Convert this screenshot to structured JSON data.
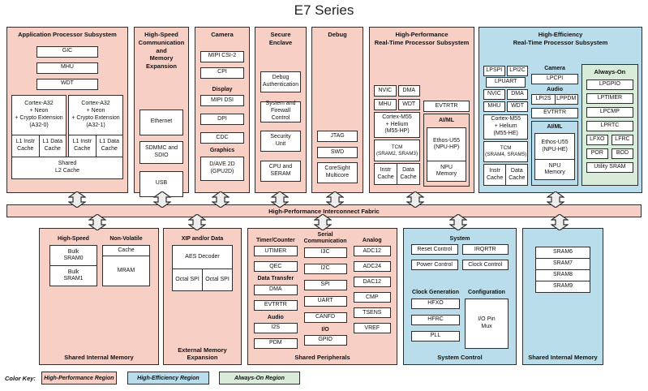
{
  "title": "E7 Series",
  "colors": {
    "high_performance": "#f8cfc5",
    "high_efficiency": "#b9ddeb",
    "always_on": "#d9ecd9",
    "box_border": "#2d2d2d",
    "box_bg": "#ffffff"
  },
  "fabric": {
    "label": "High-Performance Interconnect Fabric"
  },
  "aps": {
    "title": "Application Processor Subsystem",
    "gic": "GIC",
    "mhu": "MHU",
    "wdt": "WDT",
    "core0": "Cortex-A32\n+ Neon\n+ Crypto Extension\n(A32-0)",
    "core1": "Cortex-A32\n+ Neon\n+ Crypto Extension\n(A32-1)",
    "l1_instr": "L1 Instr\nCache",
    "l1_data": "L1 Data\nCache",
    "l2": "Shared\nL2 Cache"
  },
  "hscomm": {
    "title": "High-Speed\nCommunication and\nMemory Expansion",
    "ethernet": "Ethernet",
    "sdmmc": "SDMMC and\nSDIO",
    "usb": "USB"
  },
  "camera": {
    "camera_label": "Camera",
    "mipi_csi2": "MIPI CSI-2",
    "cpi": "CPI",
    "display_label": "Display",
    "mipi_dsi": "MIPI DSI",
    "dpi": "DPI",
    "cdc": "CDC",
    "graphics_label": "Graphics",
    "gpu2d": "D/AVE 2D\n(GPU2D)"
  },
  "secure": {
    "title": "Secure\nEnclave",
    "debug_auth": "Debug\nAuthentication",
    "firewall": "System and\nFirewall Control",
    "security_unit": "Security\nUnit",
    "cpu_seram": "CPU and\nSERAM"
  },
  "debug": {
    "title": "Debug",
    "jtag": "JTAG",
    "swd": "SWD",
    "coresight": "CoreSight\nMulticore"
  },
  "hprt": {
    "title": "High-Performance\nReal-Time Processor Subsystem",
    "nvic": "NVIC",
    "dma": "DMA",
    "mhu": "MHU",
    "wdt": "WDT",
    "core": "Cortex-M55\n+ Helium\n(M55-HP)",
    "tcm": "TCM\n(SRAM2, SRAM3)",
    "instr_cache": "Instr\nCache",
    "data_cache": "Data\nCache",
    "evtrtr": "EVTRTR",
    "aiml_label": "AI/ML",
    "ethos": "Ethos-U55\n(NPU-HP)",
    "npu_memory": "NPU\nMemory"
  },
  "hert": {
    "title": "High-Efficiency\nReal-Time Processor Subsystem",
    "lpspi": "LPSPI",
    "lpi2c": "LPI2C",
    "lpuart": "LPUART",
    "nvic": "NVIC",
    "dma": "DMA",
    "mhu": "MHU",
    "wdt": "WDT",
    "core": "Cortex-M55\n+ Helium\n(M55-HE)",
    "tcm": "TCM\n(SRAM4, SRAM5)",
    "instr_cache": "Instr\nCache",
    "data_cache": "Data\nCache",
    "camera_label": "Camera",
    "lpcpi": "LPCPI",
    "audio_label": "Audio",
    "lpi2s": "LPI2S",
    "lppdm": "LPPDM",
    "evtrtr": "EVTRTR",
    "aiml_label": "AI/ML",
    "ethos": "Ethos-U55\n(NPU-HE)",
    "npu_memory": "NPU\nMemory",
    "always_on": {
      "title": "Always-On",
      "lpgpio": "LPGPIO",
      "lptimer": "LPTIMER",
      "lpcmp": "LPCMP",
      "lprtc": "LPRTC",
      "lfxo": "LFXO",
      "lfrc": "LFRC",
      "por": "POR",
      "bod": "BOD",
      "utility_sram": "Utility SRAM"
    }
  },
  "sim_left": {
    "title": "Shared Internal Memory",
    "hs_label": "High-Speed",
    "nv_label": "Non-Volatile",
    "bulk_sram0": "Bulk\nSRAM0",
    "bulk_sram1": "Bulk\nSRAM1",
    "cache": "Cache",
    "mram": "MRAM"
  },
  "eme": {
    "title": "External Memory\nExpansion",
    "xip_label": "XIP and/or Data",
    "aes": "AES Decoder",
    "octal_spi_1": "Octal SPI",
    "octal_spi_2": "Octal SPI"
  },
  "sp": {
    "title": "Shared Peripherals",
    "timer_label": "Timer/Counter",
    "utimer": "UTIMER",
    "qec": "QEC",
    "data_transfer_label": "Data Transfer",
    "dma": "DMA",
    "evtrtr": "EVTRTR",
    "audio_label": "Audio",
    "i2s": "I2S",
    "pdm": "PDM",
    "serial_label": "Serial\nCommunication",
    "i3c": "I3C",
    "i2c": "I2C",
    "spi": "SPI",
    "uart": "UART",
    "canfd": "CANFD",
    "io_label": "I/O",
    "gpio": "GPIO",
    "analog_label": "Analog",
    "adc12": "ADC12",
    "adc24": "ADC24",
    "dac12": "DAC12",
    "cmp": "CMP",
    "tsens": "TSENS",
    "vref": "VREF"
  },
  "sysctl": {
    "title": "System Control",
    "system_label": "System",
    "reset": "Reset Control",
    "irqrtr": "IRQRTR",
    "power": "Power Control",
    "clock": "Clock Control",
    "clockgen_label": "Clock Generation",
    "hfxo": "HFXO",
    "hfrc": "HFRC",
    "pll": "PLL",
    "config_label": "Configuration",
    "iopinmux": "I/O Pin\nMux"
  },
  "sim_right": {
    "title": "Shared Internal Memory",
    "sram6": "SRAM6",
    "sram7": "SRAM7",
    "sram8": "SRAM8",
    "sram9": "SRAM9"
  },
  "color_key": {
    "label": "Color Key:",
    "items": [
      {
        "label": "High-Performance Region",
        "color": "#f8cfc5"
      },
      {
        "label": "High-Efficiency Region",
        "color": "#b9ddeb"
      },
      {
        "label": "Always-On Region",
        "color": "#d9ecd9"
      }
    ]
  }
}
